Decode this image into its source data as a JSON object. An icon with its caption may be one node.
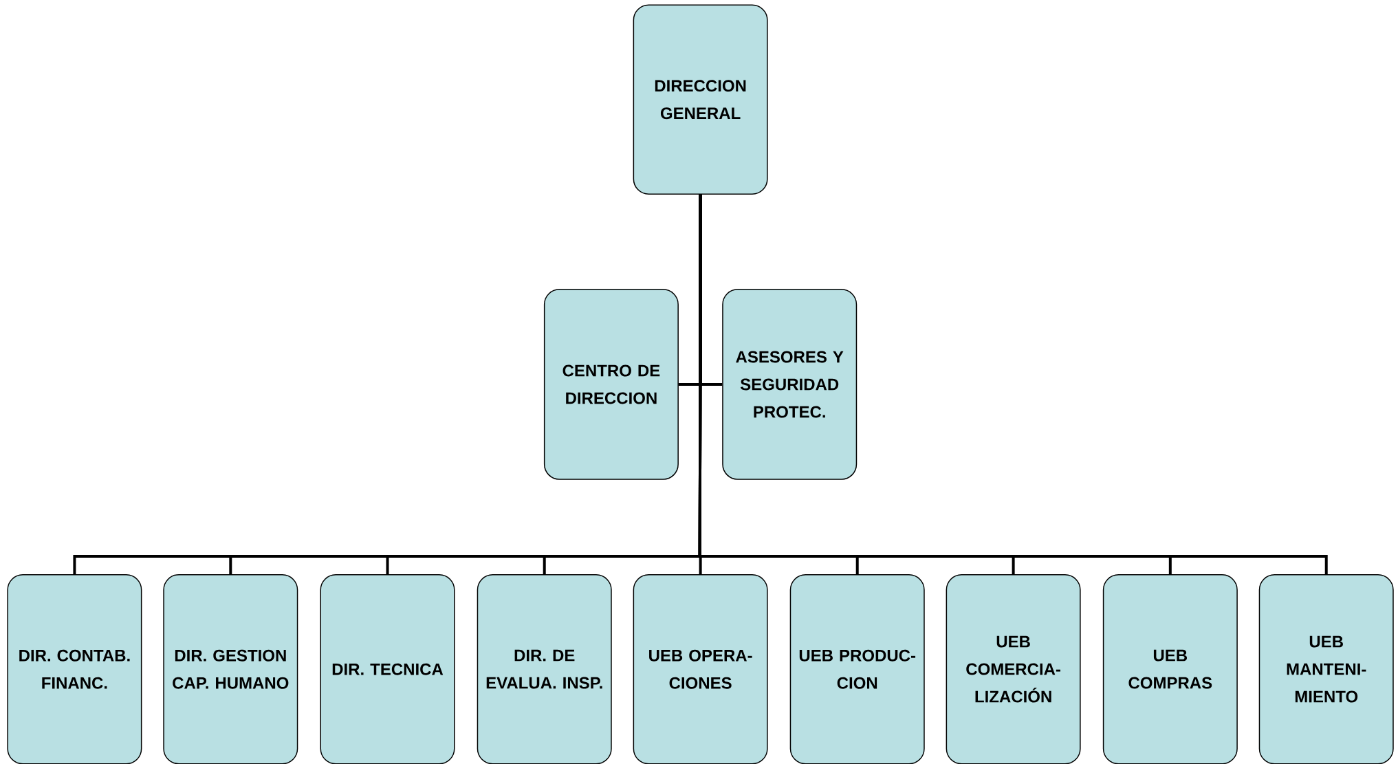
{
  "diagram": {
    "nodes": [
      {
        "text": [
          "DIRECCION GENERAL"
        ]
      },
      {
        "text": [
          "CENTRO DE DIRECCION"
        ]
      },
      {
        "text": [
          "ASESORES Y SEGURIDAD PROTEC."
        ]
      },
      {
        "text": [
          "DIR. CONTAB. FINANC."
        ]
      },
      {
        "text": [
          "DIR. GESTION CAP. HUMANO"
        ]
      },
      {
        "text": [
          "DIR. TECNICA"
        ]
      },
      {
        "text": [
          "DIR. DE EVALUA. INSP."
        ]
      },
      {
        "text": [
          "UEB OPERA- CIONES"
        ]
      },
      {
        "text": [
          "UEB PRODUC- CION"
        ]
      },
      {
        "text": [
          "UEB COMERCIA- LIZACIÓN"
        ]
      },
      {
        "text": [
          "UEB COMPRAS"
        ]
      },
      {
        "text": [
          "UEB MANTENI- MIENTO"
        ]
      }
    ],
    "edges": [
      {
        "from": 0,
        "to": 1,
        "arrow": "none"
      },
      {
        "from": 0,
        "to": 2,
        "arrow": "none"
      },
      {
        "from": 0,
        "to": 3,
        "arrow": "none"
      },
      {
        "from": 0,
        "to": 4,
        "arrow": "none"
      },
      {
        "from": 0,
        "to": 5,
        "arrow": "none"
      },
      {
        "from": 0,
        "to": 6,
        "arrow": "none"
      },
      {
        "from": 0,
        "to": 7,
        "arrow": "none"
      },
      {
        "from": 0,
        "to": 8,
        "arrow": "none"
      },
      {
        "from": 0,
        "to": 9,
        "arrow": "none"
      },
      {
        "from": 0,
        "to": 10,
        "arrow": "none"
      },
      {
        "from": 0,
        "to": 11,
        "arrow": "none"
      }
    ]
  }
}
